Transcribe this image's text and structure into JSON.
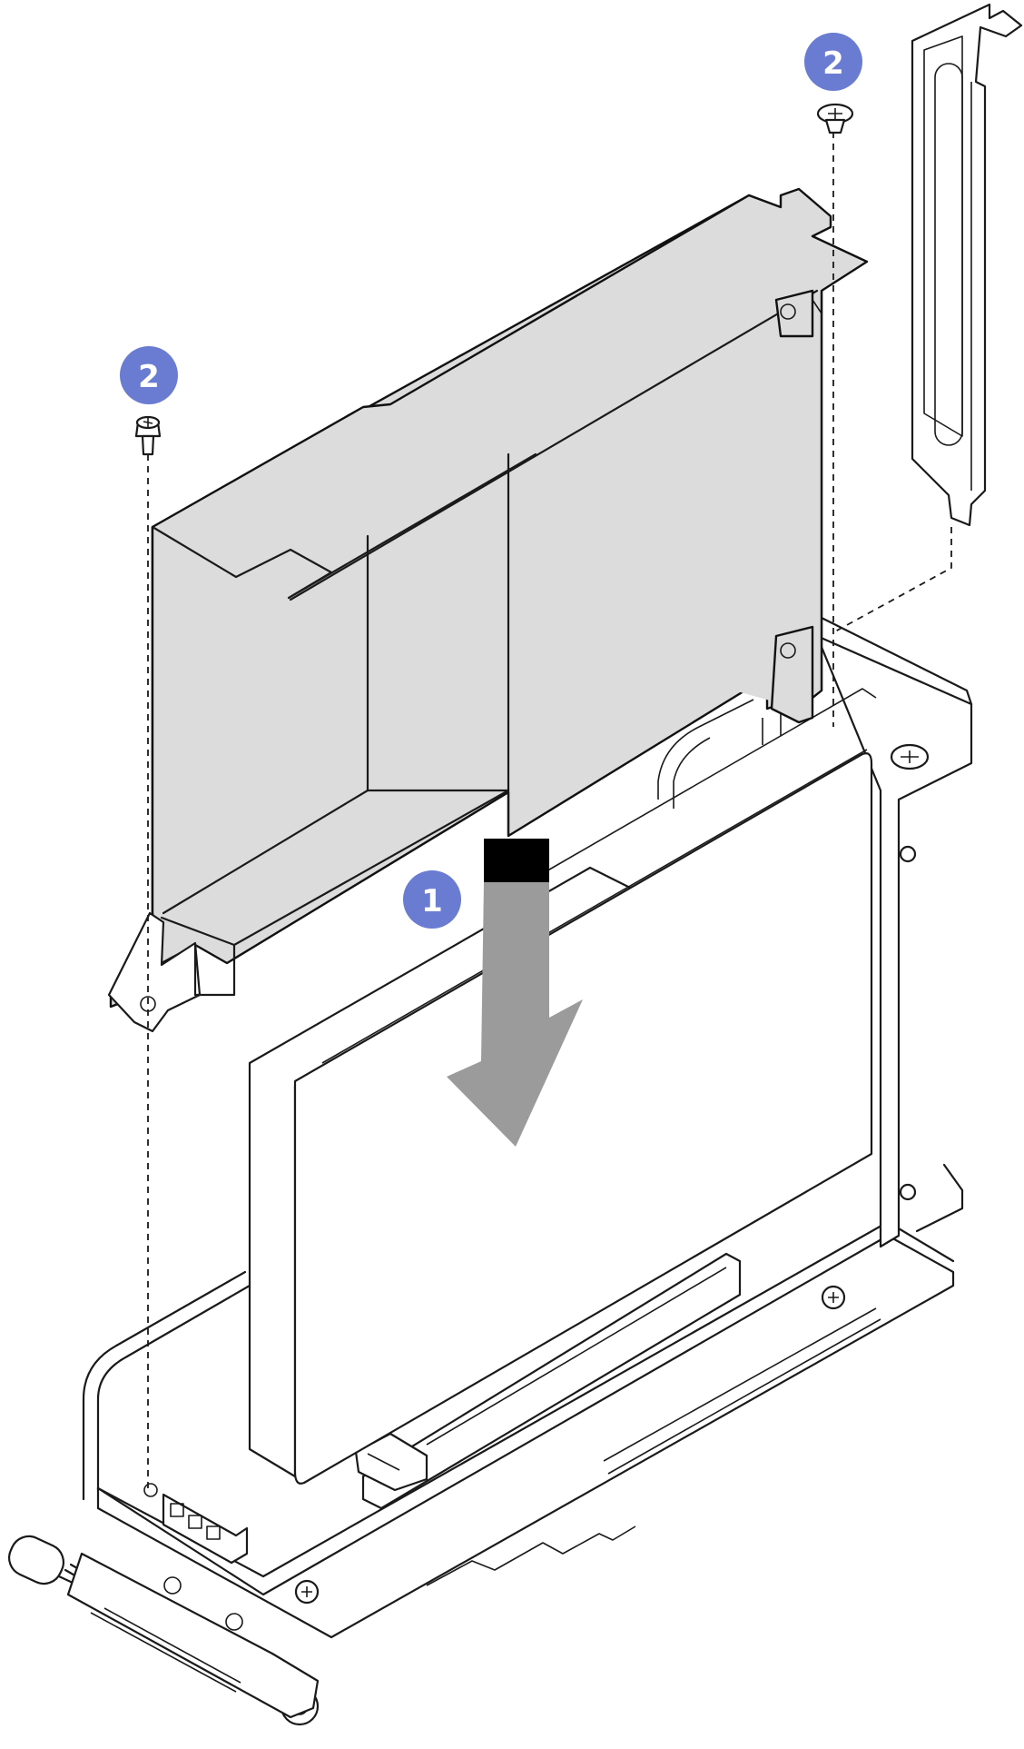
{
  "callouts": [
    {
      "label": "1",
      "step": "lower-air-baffle-onto-adapter"
    },
    {
      "label": "2",
      "step": "install-screw-top-right"
    },
    {
      "label": "2",
      "step": "install-screw-left"
    }
  ],
  "colors": {
    "callout_fill": "#6a7bd2",
    "shroud_fill": "#dcdcdc",
    "arrow_fill": "#9b9b9b",
    "line": "#1a1a1a"
  }
}
